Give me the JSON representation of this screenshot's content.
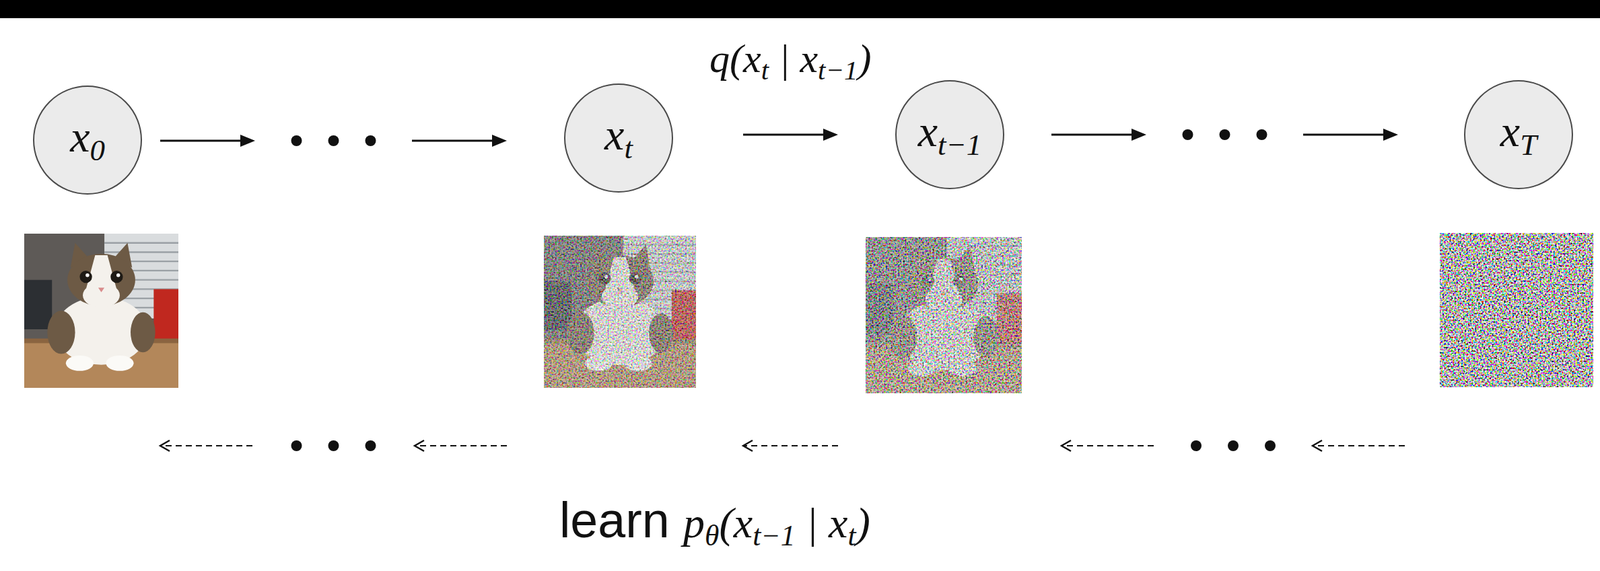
{
  "diagram": {
    "nodes": [
      {
        "text": [
          "x0"
        ]
      },
      {
        "text": [
          "xt"
        ]
      },
      {
        "text": [
          "xt−1"
        ]
      },
      {
        "text": [
          "xT"
        ]
      }
    ],
    "edges": [
      {
        "from": 0,
        "to": 1,
        "arrow": "to"
      },
      {
        "from": 1,
        "to": 2,
        "arrow": "to",
        "label": "q(xt | xt−1)"
      },
      {
        "from": 2,
        "to": 3,
        "arrow": "to"
      },
      {
        "from": 3,
        "to": 2,
        "arrow": "to"
      },
      {
        "from": 2,
        "to": 1,
        "arrow": "to"
      },
      {
        "from": 1,
        "to": 0,
        "arrow": "to"
      }
    ],
    "labels": [
      "learn pθ(xt−1 | xt)"
    ]
  }
}
